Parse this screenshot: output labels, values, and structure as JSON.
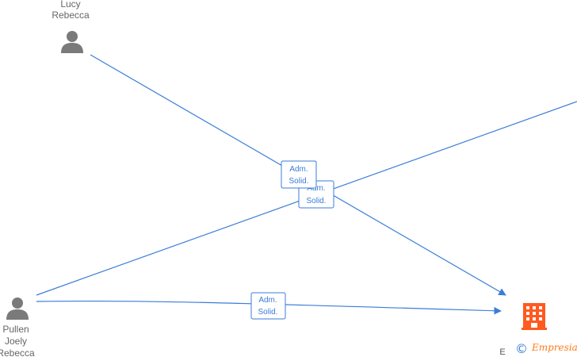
{
  "colors": {
    "edge": "#3b7dd8",
    "person_icon": "#7a7a7a",
    "company_icon": "#ff5a1f",
    "text": "#666666",
    "brand": "#ff7a1a"
  },
  "nodes": {
    "person_top": {
      "name_lines": [
        "Lucy",
        "Rebecca"
      ],
      "icon": "person-icon"
    },
    "person_bottom": {
      "name_lines": [
        "Pullen",
        "Joely",
        "Rebecca"
      ],
      "icon": "person-icon"
    },
    "company": {
      "label": "E",
      "icon": "building-icon"
    }
  },
  "edges": [
    {
      "from": "person_top",
      "to": "company",
      "label_lines": [
        "Adm.",
        "Solid."
      ]
    },
    {
      "from": "person_bottom",
      "to": "offscreen-top-right",
      "label_lines": [
        "Adm.",
        "Solid."
      ]
    },
    {
      "from": "person_bottom",
      "to": "company",
      "label_lines": [
        "Adm.",
        "Solid."
      ]
    }
  ],
  "watermark": {
    "symbol": "©",
    "brand": "Empresia"
  }
}
